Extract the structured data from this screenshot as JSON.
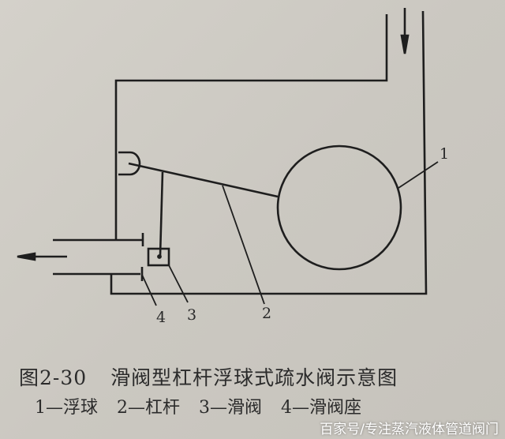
{
  "diagram": {
    "part_labels": [
      "1",
      "2",
      "3",
      "4"
    ]
  },
  "caption": {
    "figure_number": "图2-30",
    "title": "滑阀型杠杆浮球式疏水阀示意图"
  },
  "legend": [
    "1—浮球",
    "2—杠杆",
    "3—滑阀",
    "4—滑阀座"
  ],
  "watermark": "百家号/专注蒸汽液体管道阀门",
  "colors": {
    "ink": "#1e1e1e",
    "paper": "#cfccc5"
  }
}
